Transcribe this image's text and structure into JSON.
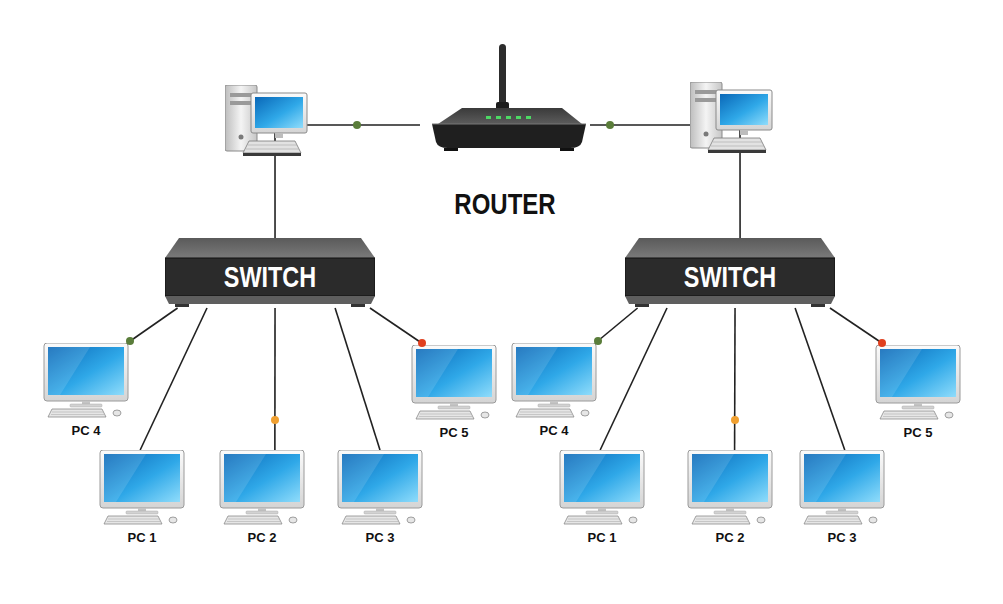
{
  "diagram": {
    "nodes": [
      {
        "text": [
          "ROUTER"
        ]
      },
      {
        "text": [
          "SWITCH"
        ]
      },
      {
        "text": [
          "SWITCH"
        ]
      },
      {
        "text": [
          "PC 4"
        ]
      },
      {
        "text": [
          "PC 1"
        ]
      },
      {
        "text": [
          "PC 2"
        ]
      },
      {
        "text": [
          "PC 3"
        ]
      },
      {
        "text": [
          "PC 5"
        ]
      },
      {
        "text": [
          "PC 4"
        ]
      },
      {
        "text": [
          "PC 1"
        ]
      },
      {
        "text": [
          "PC 2"
        ]
      },
      {
        "text": [
          "PC 3"
        ]
      },
      {
        "text": [
          "PC 5"
        ]
      }
    ],
    "edges": [
      {
        "from": 0,
        "to": 1,
        "arrow": "none"
      },
      {
        "from": 0,
        "to": 2,
        "arrow": "none"
      },
      {
        "from": 1,
        "to": 3,
        "arrow": "none"
      },
      {
        "from": 1,
        "to": 4,
        "arrow": "none"
      },
      {
        "from": 1,
        "to": 5,
        "arrow": "none"
      },
      {
        "from": 1,
        "to": 6,
        "arrow": "none"
      },
      {
        "from": 1,
        "to": 7,
        "arrow": "none"
      },
      {
        "from": 2,
        "to": 8,
        "arrow": "none"
      },
      {
        "from": 2,
        "to": 9,
        "arrow": "none"
      },
      {
        "from": 2,
        "to": 10,
        "arrow": "none"
      },
      {
        "from": 2,
        "to": 11,
        "arrow": "none"
      },
      {
        "from": 2,
        "to": 12,
        "arrow": "none"
      }
    ]
  }
}
